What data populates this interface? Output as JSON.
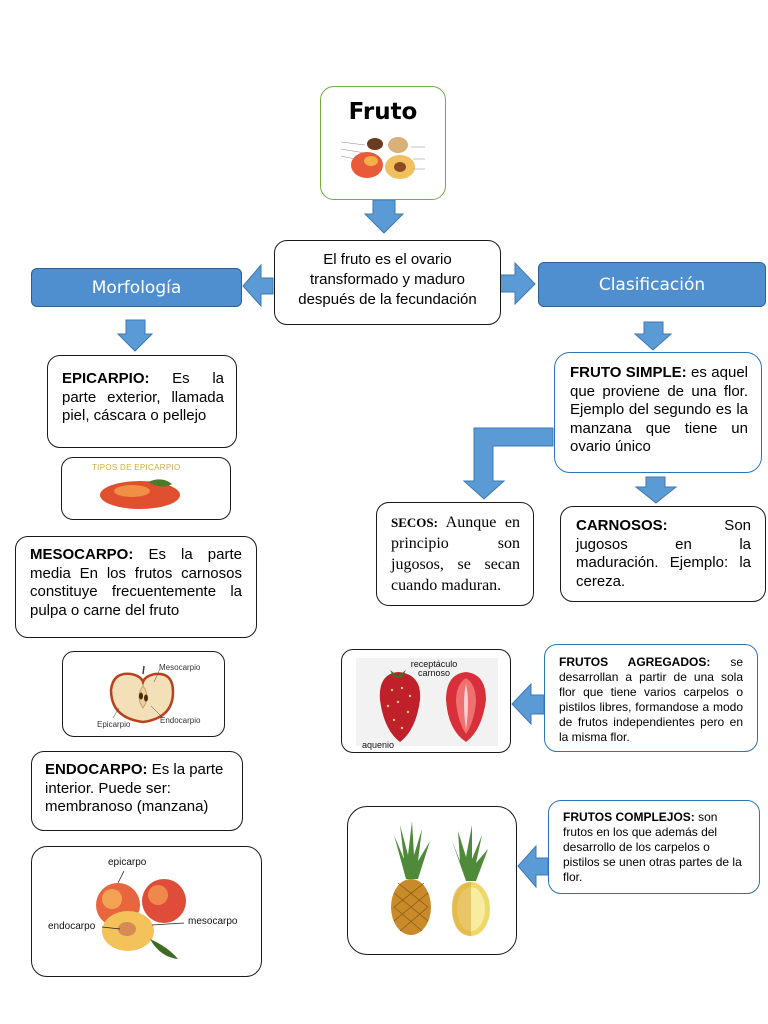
{
  "title": "Fruto",
  "definition": "El fruto es el ovario transformado y maduro después de la fecundación",
  "headers": {
    "left": "Morfología",
    "right": "Clasificación"
  },
  "epicarpio": {
    "term": "EPICARPIO:",
    "text": " Es la parte exterior, llamada piel, cáscara o pellejo"
  },
  "epicarpio_image_caption": "TIPOS DE EPICARPIO",
  "mesocarpio": {
    "term": "MESOCARPO:",
    "text": " Es la parte media En los frutos carnosos constituye frecuentemente la pulpa o carne del fruto"
  },
  "apple_labels": {
    "mesocarpio": "Mesocarpio",
    "epicarpio": "Epicarpio",
    "endocarpio": "Endocarpio"
  },
  "endocarpio": {
    "term": "ENDOCARPO:",
    "text": " Es la parte interior. Puede ser: membranoso (manzana)"
  },
  "peach_labels": {
    "epicarpo": "epicarpo",
    "endocarpo": "endocarpo",
    "mesocarpo": "mesocarpo"
  },
  "fruto_simple": {
    "term": "FRUTO SIMPLE:",
    "text": " es aquel que proviene de una flor. Ejemplo del segundo es la manzana que tiene un ovario único"
  },
  "secos": {
    "term": "SECOS:",
    "text": " Aunque en principio son jugosos, se secan cuando maduran."
  },
  "carnosos": {
    "term": "CARNOSOS:",
    "text": " Son jugosos en la maduración. Ejemplo: la cereza."
  },
  "strawberry_labels": {
    "receptaculo": "receptáculo carnoso",
    "aquenio": "aquenio"
  },
  "agregados": {
    "term": "FRUTOS AGREGADOS:",
    "text": " se desarrollan a partir de una sola flor que tiene varios carpelos o pistilos libres, formandose a modo de frutos independientes pero en la misma flor."
  },
  "complejos": {
    "term": "FRUTOS COMPLEJOS:",
    "text": " son frutos en los que además del desarrollo de los carpelos o pistilos se unen otras partes de la flor."
  },
  "colors": {
    "arrow": "#5b9bd5",
    "arrow_border": "#3c78b5",
    "header": "#4f8fd0",
    "title_border": "#70ad47",
    "blue_border": "#2e74b5"
  }
}
